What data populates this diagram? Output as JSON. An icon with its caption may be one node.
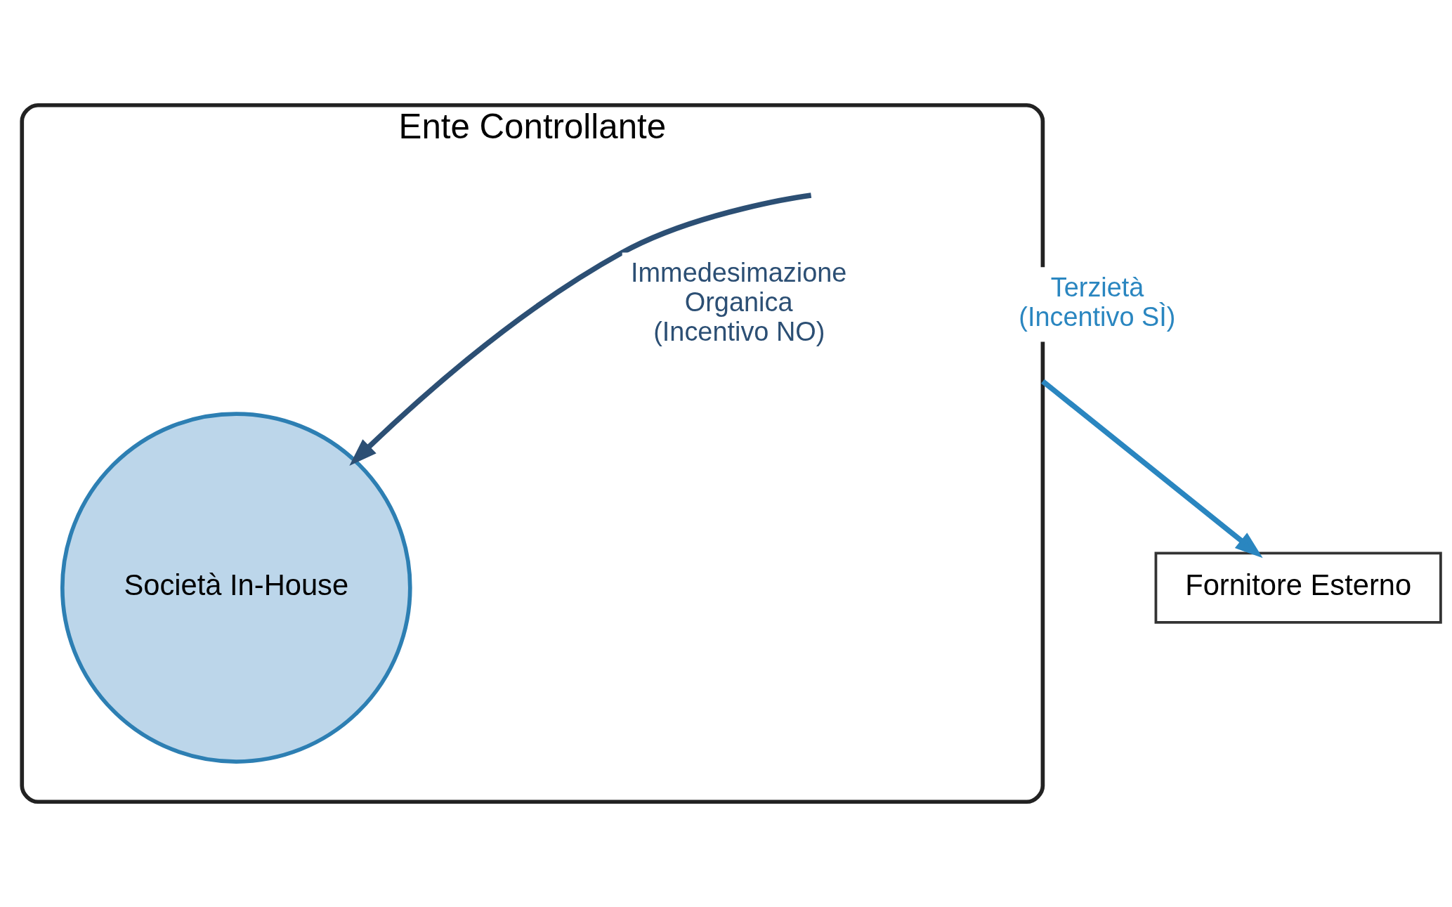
{
  "diagram": {
    "nodes": [
      {
        "text": [
          "Ente Controllante"
        ]
      },
      {
        "text": [
          "Società In-House"
        ],
        "in": 0
      },
      {
        "text": [
          "Fornitore Esterno"
        ]
      }
    ],
    "edges": [
      {
        "from": 0,
        "to": 1,
        "arrow": "to",
        "label": "Immedesimazione Organica (Incentivo NO)",
        "color": "#2c4f74"
      },
      {
        "from": 0,
        "to": 2,
        "arrow": "to",
        "label": "Terzietà (Incentivo SÌ)",
        "color": "#2a86c0"
      }
    ]
  }
}
